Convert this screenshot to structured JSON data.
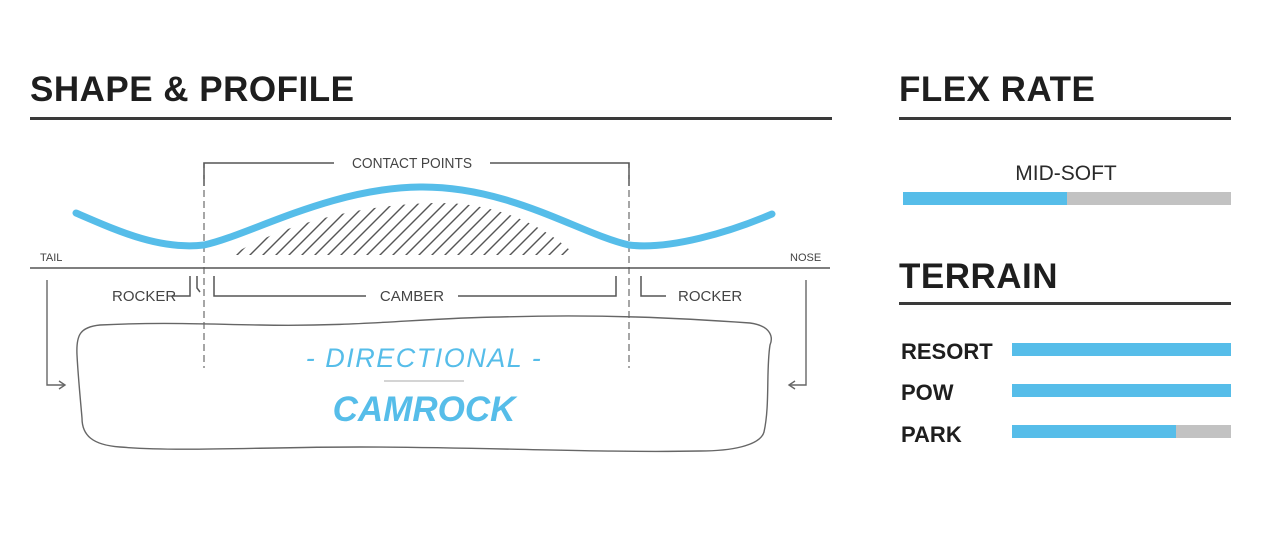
{
  "shape_profile": {
    "title": "SHAPE & PROFILE",
    "contact_points_label": "CONTACT POINTS",
    "tail_label": "TAIL",
    "nose_label": "NOSE",
    "rocker_left_label": "ROCKER",
    "camber_label": "CAMBER",
    "rocker_right_label": "ROCKER",
    "shape_label": "- DIRECTIONAL -",
    "profile_label": "CAMROCK",
    "colors": {
      "accent": "#56bde9",
      "line": "#555555",
      "dark": "#1e1e1e"
    }
  },
  "flex_rate": {
    "title": "FLEX RATE",
    "value_label": "MID-SOFT",
    "level": 0.5
  },
  "terrain": {
    "title": "TERRAIN",
    "items": [
      {
        "label": "RESORT",
        "level": 1.0
      },
      {
        "label": "POW",
        "level": 1.0
      },
      {
        "label": "PARK",
        "level": 0.75
      }
    ]
  }
}
